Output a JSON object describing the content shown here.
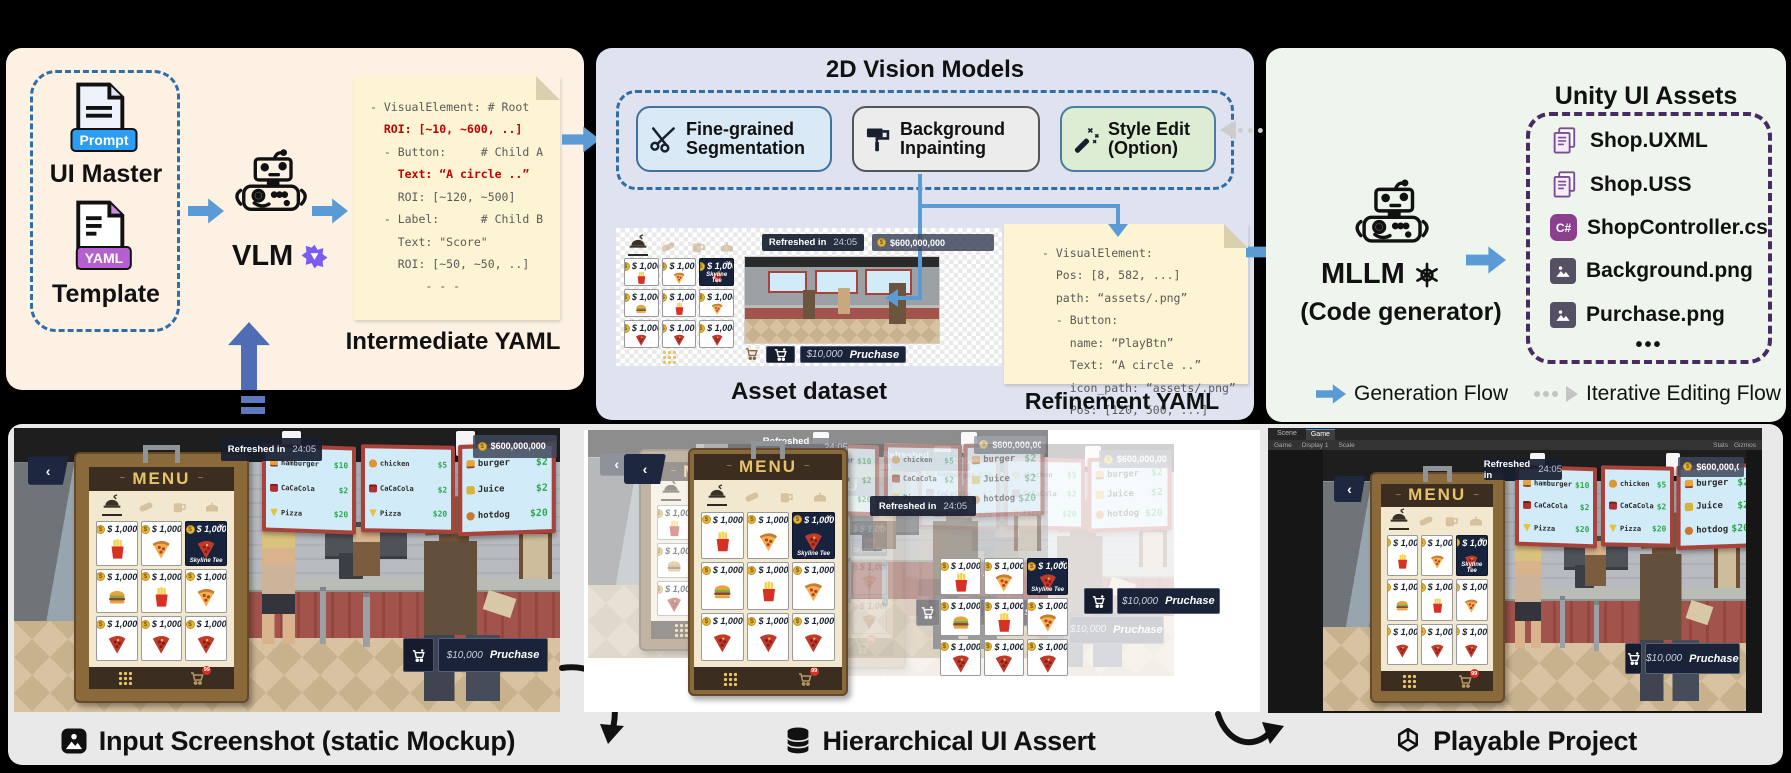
{
  "left_panel": {
    "files": [
      {
        "badge": "Prompt",
        "label": "UI Master",
        "icon": "prompt-file-icon"
      },
      {
        "badge": "YAML",
        "label": "Template",
        "icon": "yaml-file-icon"
      }
    ],
    "vlm_label": "VLM",
    "note_lines": [
      "- VisualElement: # Root",
      "  ROI: [~10, ~600, ..]",
      "  - Button:     # Child A",
      "    Text: “A circle ..”",
      "    ROI: [~120, ~500]",
      "  - Label:      # Child B",
      "    Text: \"Score\"",
      "    ROI: [~50, ~50, ..]",
      "        - - -"
    ],
    "note_caption": "Intermediate YAML"
  },
  "vision_panel": {
    "title": "2D Vision Models",
    "tools": [
      {
        "label": "Fine-grained Segmentation",
        "icon": "scissors-icon"
      },
      {
        "label": "Background Inpainting",
        "icon": "paint-roller-icon"
      },
      {
        "label": "Style Edit (Option)",
        "icon": "magic-wand-icon"
      }
    ],
    "asset_caption": "Asset dataset",
    "note_lines": [
      "- VisualElement:",
      "  Pos: [8, 582, ...]",
      "  path: “assets/.png”",
      "  - Button:",
      "    name: “PlayBtn”",
      "    Text: “A circle ..”",
      "    icon_path: “assets/.png”",
      "    Pos: [120, 500, ...]"
    ],
    "note_caption": "Refinement YAML"
  },
  "unity_panel": {
    "mllm_label": "MLLM",
    "mllm_sub": "(Code generator)",
    "assets_title": "Unity UI Assets",
    "files": [
      {
        "name": "Shop.UXML",
        "icon": "doc-file-icon"
      },
      {
        "name": "Shop.USS",
        "icon": "doc-file-icon"
      },
      {
        "name": "ShopController.cs",
        "icon": "csharp-file-icon"
      },
      {
        "name": "Background.png",
        "icon": "image-file-icon"
      },
      {
        "name": "Purchase.png",
        "icon": "image-file-icon"
      }
    ],
    "more": "•••",
    "legend": [
      {
        "label": "Generation Flow",
        "icon": "blue-arrow-icon"
      },
      {
        "label": "Iterative Editing Flow",
        "icon": "gray-dotted-arrow-icon"
      }
    ]
  },
  "captions": [
    {
      "label": "Input Screenshot (static Mockup)",
      "icon": "picture-icon"
    },
    {
      "label": "Hierarchical UI Assert",
      "icon": "database-icon"
    },
    {
      "label": "Playable Project",
      "icon": "unity-icon"
    }
  ],
  "editor": {
    "tab_scene": "Scene",
    "tab_game": "Game",
    "menu_game": "Game",
    "display": "Display 1",
    "scale": "Scale",
    "stats": "Stats",
    "gizmos": "Gizmos"
  },
  "scene": {
    "back": "‹",
    "hud": {
      "refreshed": "Refreshed in",
      "timer": "24:05",
      "balance": "$600,000,000"
    },
    "menu_title": "MENU",
    "cards": [
      {
        "price": "$ 1,000",
        "icon": "fries-icon"
      },
      {
        "price": "$ 1,000",
        "icon": "pizza-icon"
      },
      {
        "price": "$ 1,000",
        "icon": "pizza-red-icon",
        "label": "Skyline Tee",
        "close": "×"
      },
      {
        "price": "$ 1,000",
        "icon": "burger-icon"
      },
      {
        "price": "$ 1,000",
        "icon": "fries-icon"
      },
      {
        "price": "$ 1,000",
        "icon": "pizza-icon"
      },
      {
        "price": "$ 1,000",
        "icon": "pizza-red-icon"
      },
      {
        "price": "$ 1,000",
        "icon": "pizza-red-icon"
      },
      {
        "price": "$ 1,000",
        "icon": "pizza-red-icon"
      }
    ],
    "cart_count": "99",
    "boards": [
      {
        "rows": [
          {
            "name": "hamburger",
            "price": "$10",
            "icon": "hamburger-icon"
          },
          {
            "name": "CaCaCola",
            "price": "$2",
            "icon": "cola-icon"
          },
          {
            "name": "Pizza",
            "price": "$20",
            "icon": "pizza-menu-icon"
          }
        ]
      },
      {
        "rows": [
          {
            "name": "chicken",
            "price": "$5",
            "icon": "chicken-icon"
          },
          {
            "name": "CaCaCola",
            "price": "$2",
            "icon": "cola-icon"
          },
          {
            "name": "Pizza",
            "price": "$20",
            "icon": "pizza-menu-icon"
          }
        ]
      },
      {
        "rows": [
          {
            "name": "burger",
            "price": "$2",
            "icon": "burger-menu-icon"
          },
          {
            "name": "Juice",
            "price": "$2",
            "icon": "juice-icon"
          },
          {
            "name": "hotdog",
            "price": "$20",
            "icon": "hotdog-icon"
          }
        ]
      }
    ],
    "buy": {
      "price": "$10,000",
      "label": "Pruchase"
    }
  },
  "colors": {
    "accent_blue": "#5b9bd5",
    "panel_cream": "#fcf1e3",
    "panel_lavender": "#dfe3ef",
    "panel_green": "#edf5ec",
    "note_yellow": "#fdf4d3",
    "dashed_blue": "#2f6da4",
    "dashed_purple": "#482b63",
    "badge_navy": "#1e2740",
    "yaml_red": "#c00000"
  }
}
